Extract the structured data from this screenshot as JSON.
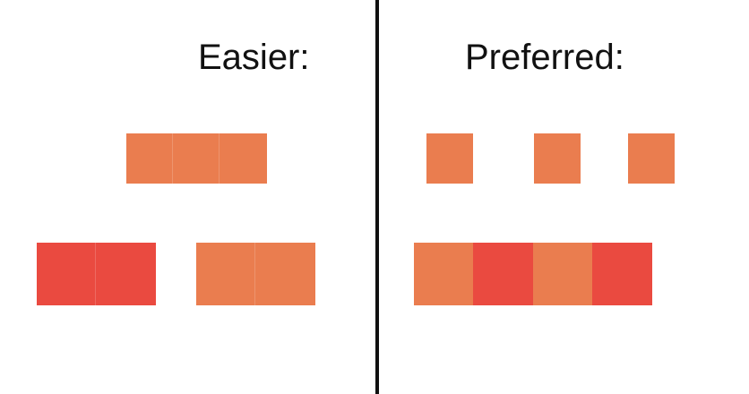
{
  "colors": {
    "orange": "#EA7D4F",
    "red": "#EA4A40",
    "divider": "#111111",
    "text": "#111111",
    "background": "#FFFFFF"
  },
  "panels": {
    "easier": {
      "title": "Easier:",
      "top_row": [
        "orange",
        "orange",
        "orange"
      ],
      "bottom_row": [
        "red",
        "red",
        "orange",
        "orange"
      ]
    },
    "preferred": {
      "title": "Preferred:",
      "top_row": [
        "orange",
        "orange",
        "orange"
      ],
      "bottom_row": [
        "orange",
        "red",
        "orange",
        "red"
      ]
    }
  }
}
